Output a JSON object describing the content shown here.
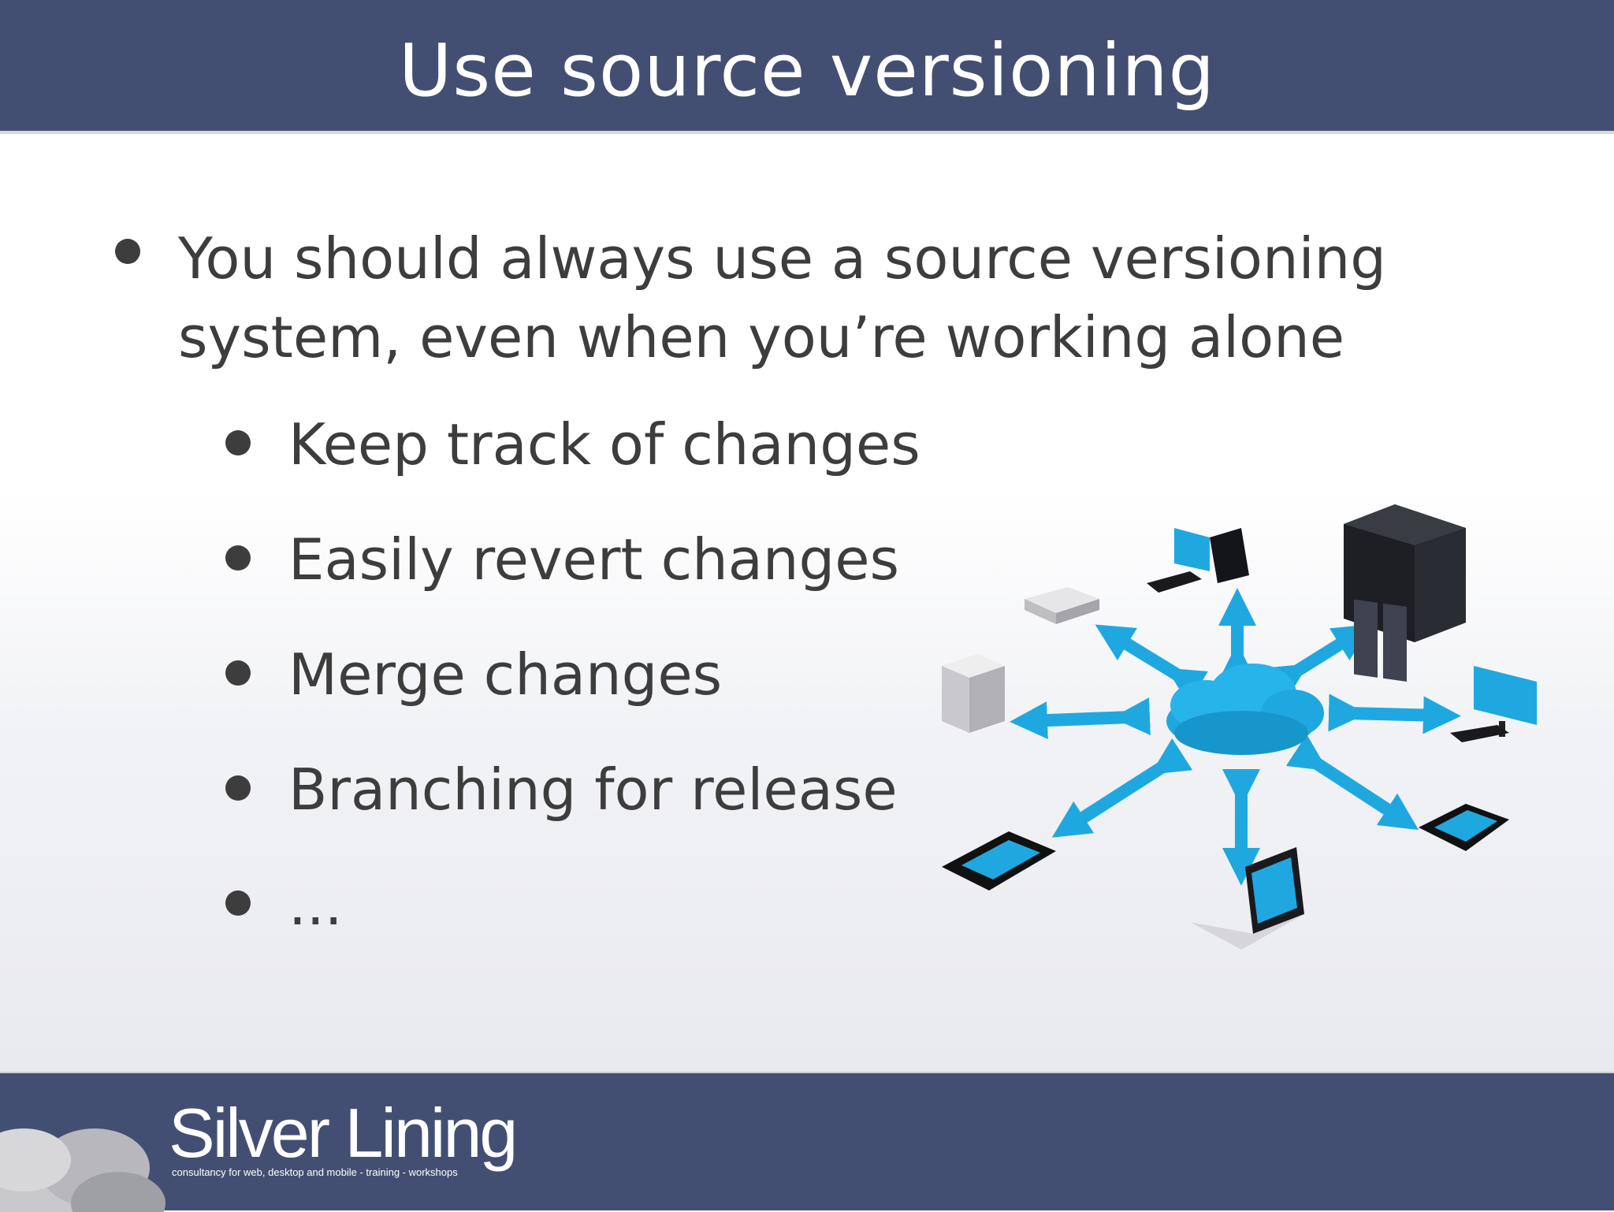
{
  "slide": {
    "title": "Use source versioning",
    "main_bullet": "You should always use a source versioning system, even when you’re working alone",
    "sub_bullets": [
      "Keep track of changes",
      "Easily revert changes",
      "Merge changes",
      "Branching for release",
      "..."
    ]
  },
  "footer": {
    "brand": "Silver Lining",
    "tagline": "consultancy for web, desktop and mobile - training - workshops"
  },
  "colors": {
    "header_band": "#434f72",
    "text": "#3d3d3d",
    "network_blue": "#1fa8e0"
  },
  "icons": [
    "cloud-icon",
    "server-rack-icon",
    "desktop-computer-icon",
    "router-icon",
    "tower-server-icon",
    "monitor-icon",
    "smartphone-icon",
    "laptop-icon",
    "tablet-phone-icon"
  ]
}
